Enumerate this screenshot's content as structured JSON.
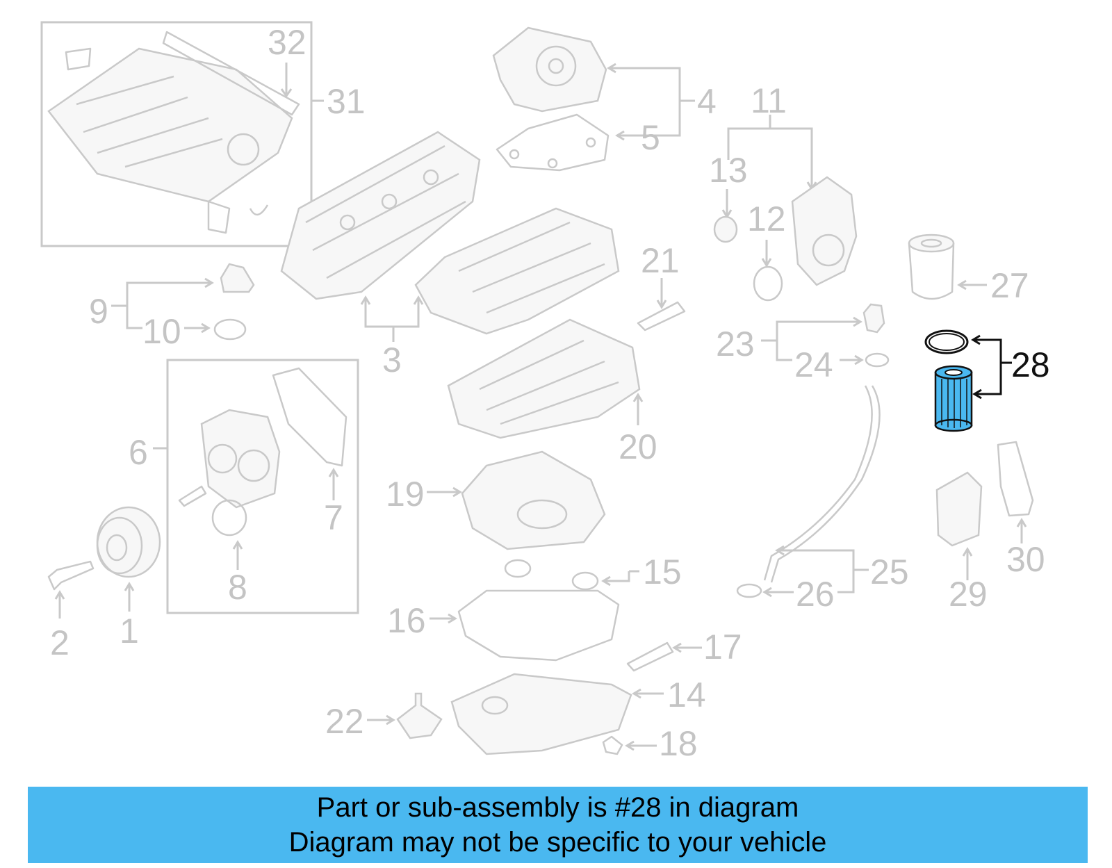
{
  "diagram": {
    "labels": {
      "l1": "1",
      "l2": "2",
      "l3": "3",
      "l4": "4",
      "l5": "5",
      "l6": "6",
      "l7": "7",
      "l8": "8",
      "l9": "9",
      "l10": "10",
      "l11": "11",
      "l12": "12",
      "l13": "13",
      "l14": "14",
      "l15": "15",
      "l16": "16",
      "l17": "17",
      "l18": "18",
      "l19": "19",
      "l20": "20",
      "l21": "21",
      "l22": "22",
      "l23": "23",
      "l24": "24",
      "l25": "25",
      "l26": "26",
      "l27": "27",
      "l28": "28",
      "l29": "29",
      "l30": "30",
      "l31": "31",
      "l32": "32"
    },
    "highlight_part": "28",
    "colors": {
      "muted": "#c4c4c4",
      "highlight": "#111111",
      "filter_blue": "#4ab8f0",
      "banner": "#4ab8f0"
    }
  },
  "banner": {
    "line1": "Part or sub-assembly is #28 in diagram",
    "line2": "Diagram may not be specific to your vehicle"
  }
}
